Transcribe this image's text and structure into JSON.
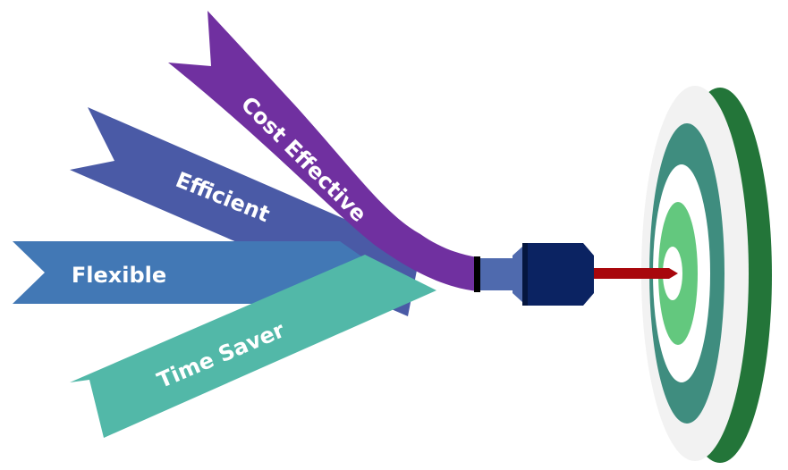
{
  "ribbons": {
    "cost_effective": {
      "label": "Cost Effective",
      "color": "#7030A0"
    },
    "efficient": {
      "label": "Efficient",
      "color": "#4A5AA6"
    },
    "flexible": {
      "label": "Flexible",
      "color": "#4278B5"
    },
    "time_saver": {
      "label": "Time Saver",
      "color": "#52B8A8"
    }
  },
  "dart": {
    "collar_color": "#000000",
    "shaft_color": "#4F6AAE",
    "barrel_color": "#0B2362",
    "tip_color": "#A8070C"
  },
  "target": {
    "rim_color": "#237539",
    "ring_colors": [
      "#F2F2F2",
      "#3F8D7F",
      "#FFFFFF",
      "#63C87E"
    ]
  }
}
